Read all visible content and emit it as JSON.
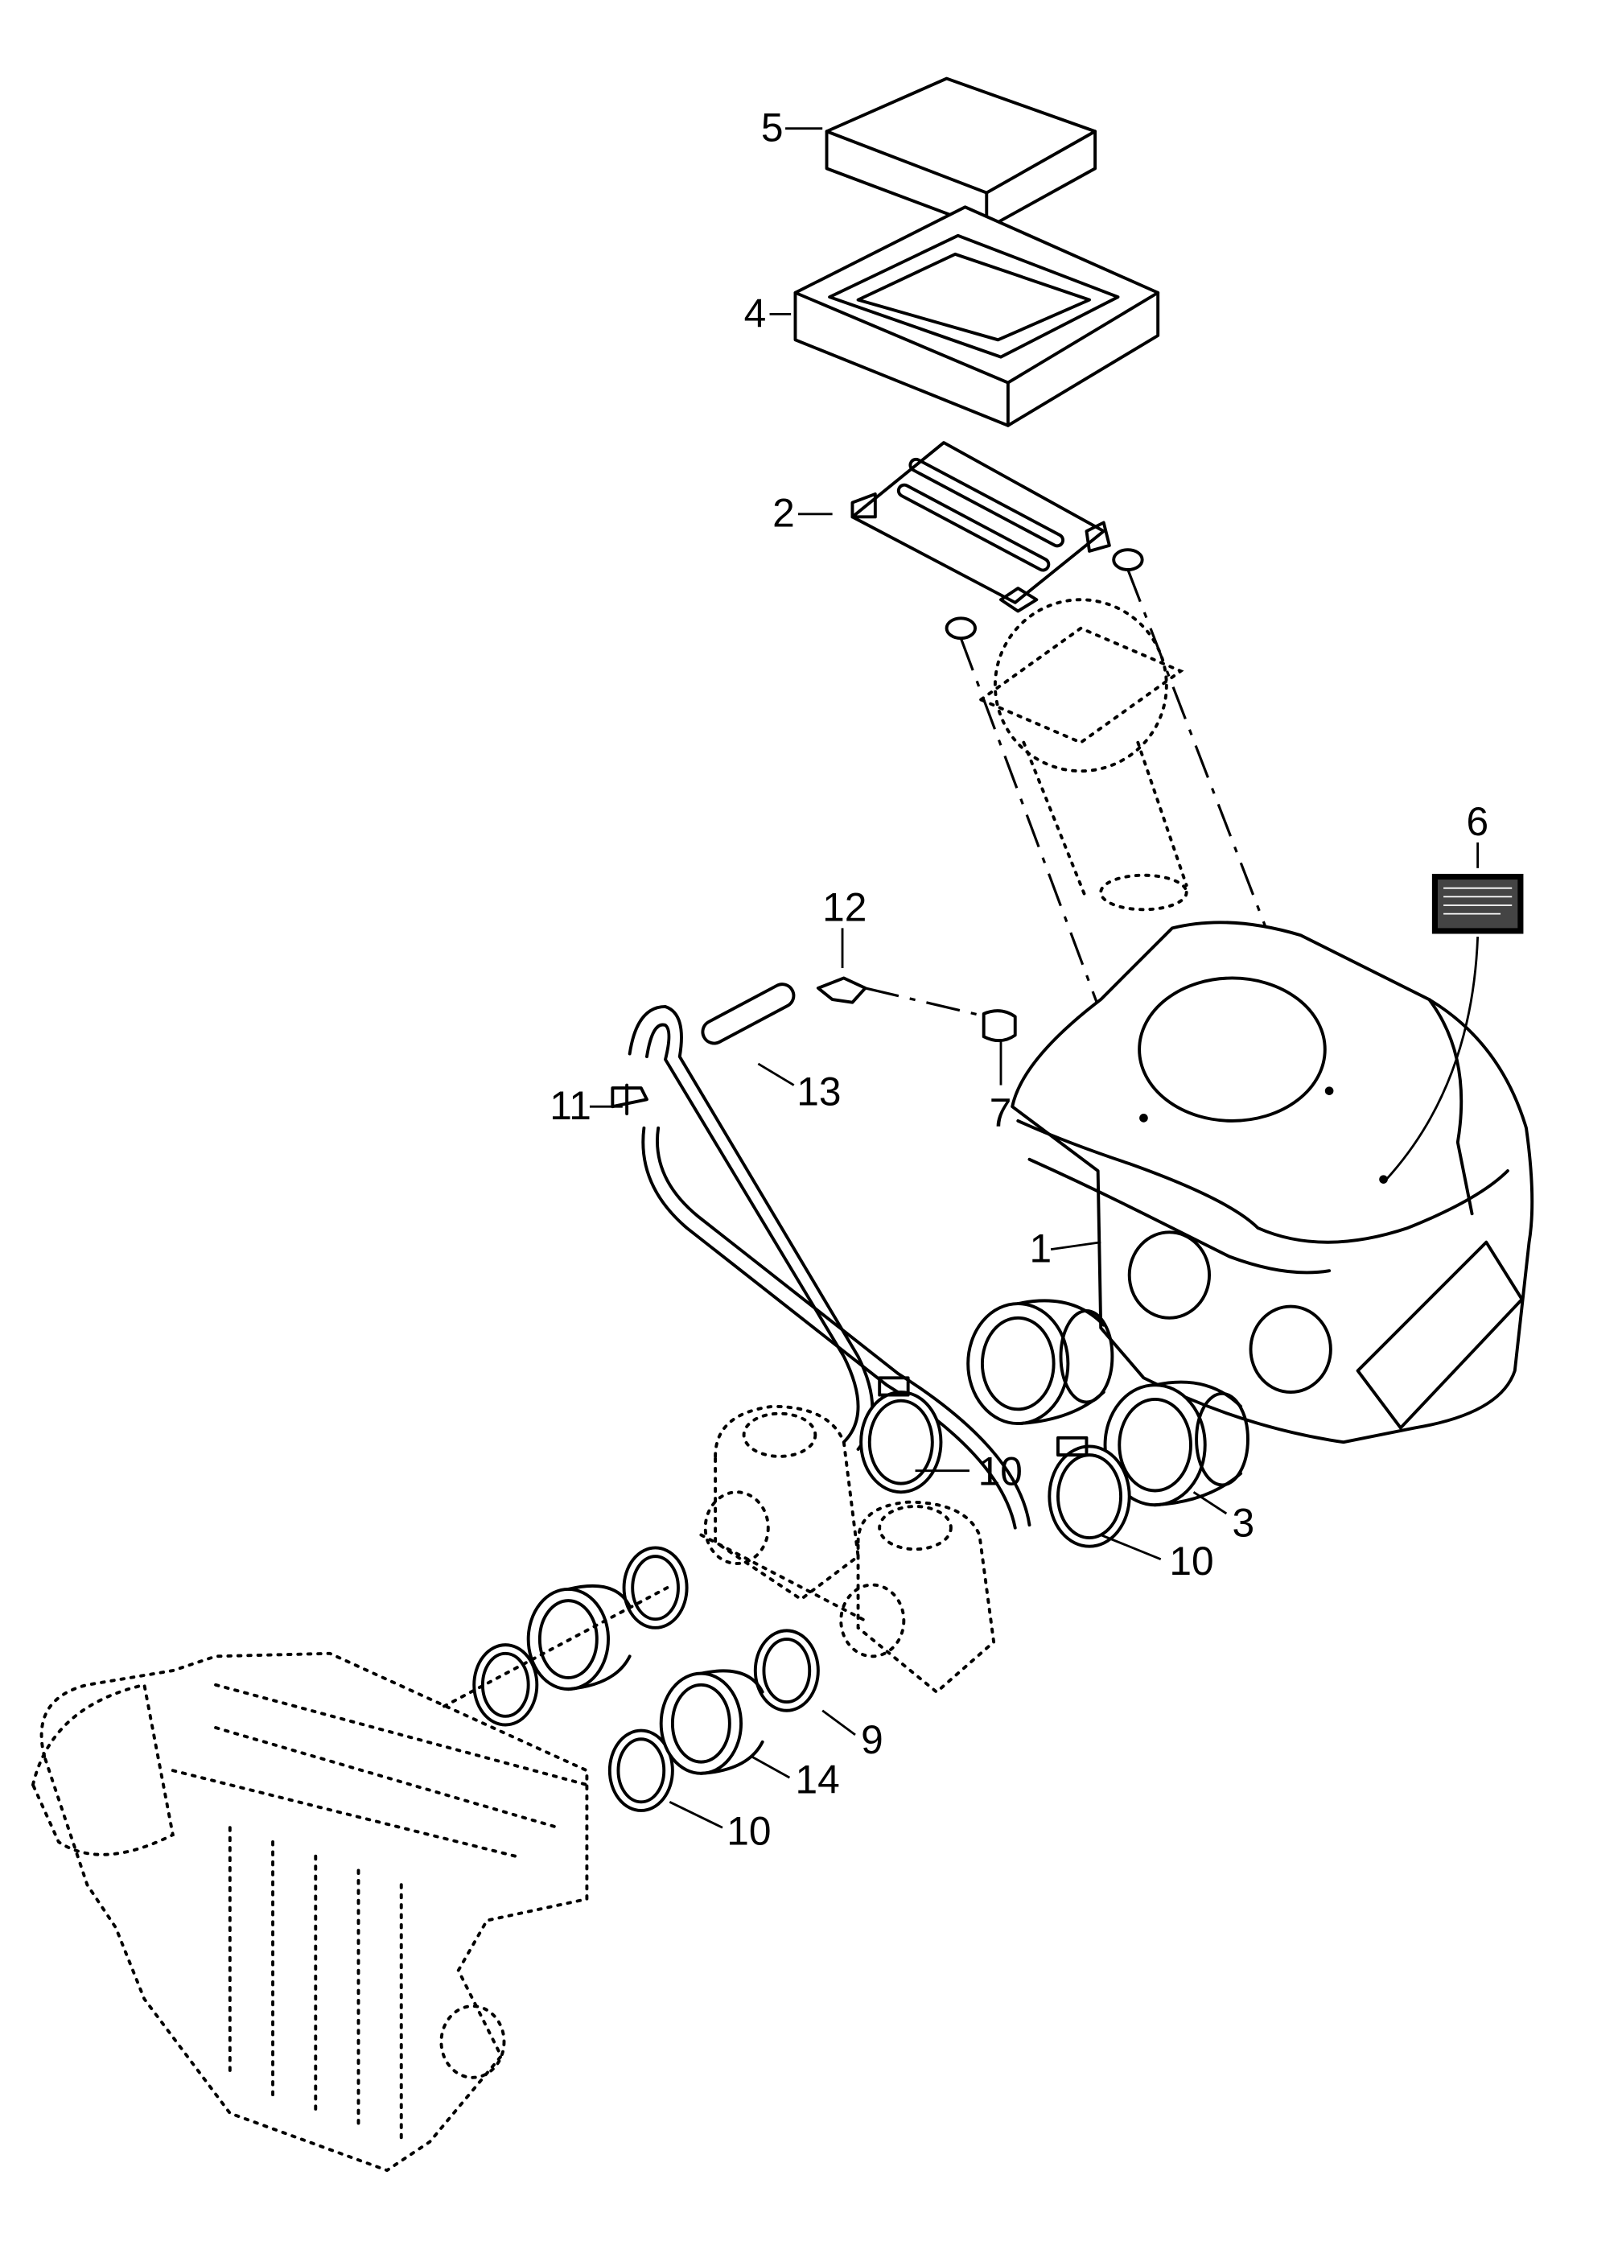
{
  "callouts": [
    {
      "id": "c5",
      "label": "5"
    },
    {
      "id": "c4",
      "label": "4"
    },
    {
      "id": "c2",
      "label": "2"
    },
    {
      "id": "c6",
      "label": "6"
    },
    {
      "id": "c12",
      "label": "12"
    },
    {
      "id": "c13",
      "label": "13"
    },
    {
      "id": "c11",
      "label": "11"
    },
    {
      "id": "c7",
      "label": "7"
    },
    {
      "id": "c1",
      "label": "1"
    },
    {
      "id": "c10a",
      "label": "10"
    },
    {
      "id": "c3",
      "label": "3"
    },
    {
      "id": "c10b",
      "label": "10"
    },
    {
      "id": "c9",
      "label": "9"
    },
    {
      "id": "c14",
      "label": "14"
    },
    {
      "id": "c10c",
      "label": "10"
    }
  ]
}
